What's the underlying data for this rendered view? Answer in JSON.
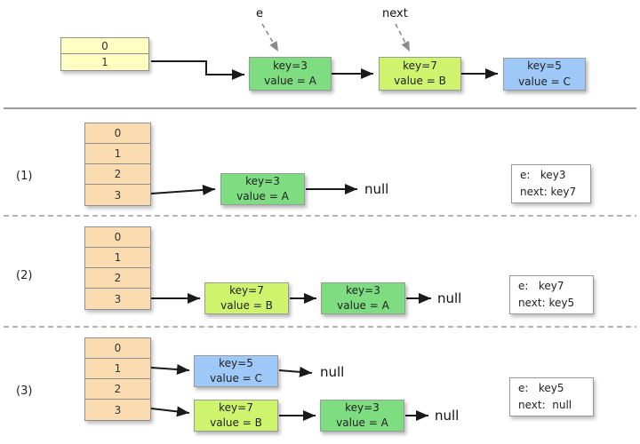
{
  "colors": {
    "table_yellow": "#ffffc2",
    "table_orange": "#fadcb0",
    "node_green": "#7edd81",
    "node_lime": "#cdf46c",
    "node_blue": "#9dc8f8",
    "border_gray": "#8f8f8f",
    "arrow_black": "#1a1a1a",
    "dashed_gray": "#8a8a8a"
  },
  "top": {
    "e_label": "e",
    "next_label": "next",
    "buckets": [
      "0",
      "1"
    ],
    "chain": [
      {
        "key": "key=3",
        "value": "value = A"
      },
      {
        "key": "key=7",
        "value": "value = B"
      },
      {
        "key": "key=5",
        "value": "value = C"
      }
    ]
  },
  "steps": [
    {
      "label": "(1)",
      "buckets": [
        "0",
        "1",
        "2",
        "3"
      ],
      "chain": [
        {
          "key": "key=3",
          "value": "value = A"
        }
      ],
      "null_text": "null",
      "state": {
        "line1": "e:   key3",
        "line2": "next: key7"
      }
    },
    {
      "label": "(2)",
      "buckets": [
        "0",
        "1",
        "2",
        "3"
      ],
      "chain": [
        {
          "key": "key=7",
          "value": "value = B"
        },
        {
          "key": "key=3",
          "value": "value = A"
        }
      ],
      "null_text": "null",
      "state": {
        "line1": "e:   key7",
        "line2": "next: key5"
      }
    },
    {
      "label": "(3)",
      "buckets": [
        "0",
        "1",
        "2",
        "3"
      ],
      "chain_bucket1": [
        {
          "key": "key=5",
          "value": "value = C"
        }
      ],
      "chain_bucket3": [
        {
          "key": "key=7",
          "value": "value = B"
        },
        {
          "key": "key=3",
          "value": "value = A"
        }
      ],
      "null_text_1": "null",
      "null_text_3": "null",
      "state": {
        "line1": "e:   key5",
        "line2": "next:  null"
      }
    }
  ]
}
